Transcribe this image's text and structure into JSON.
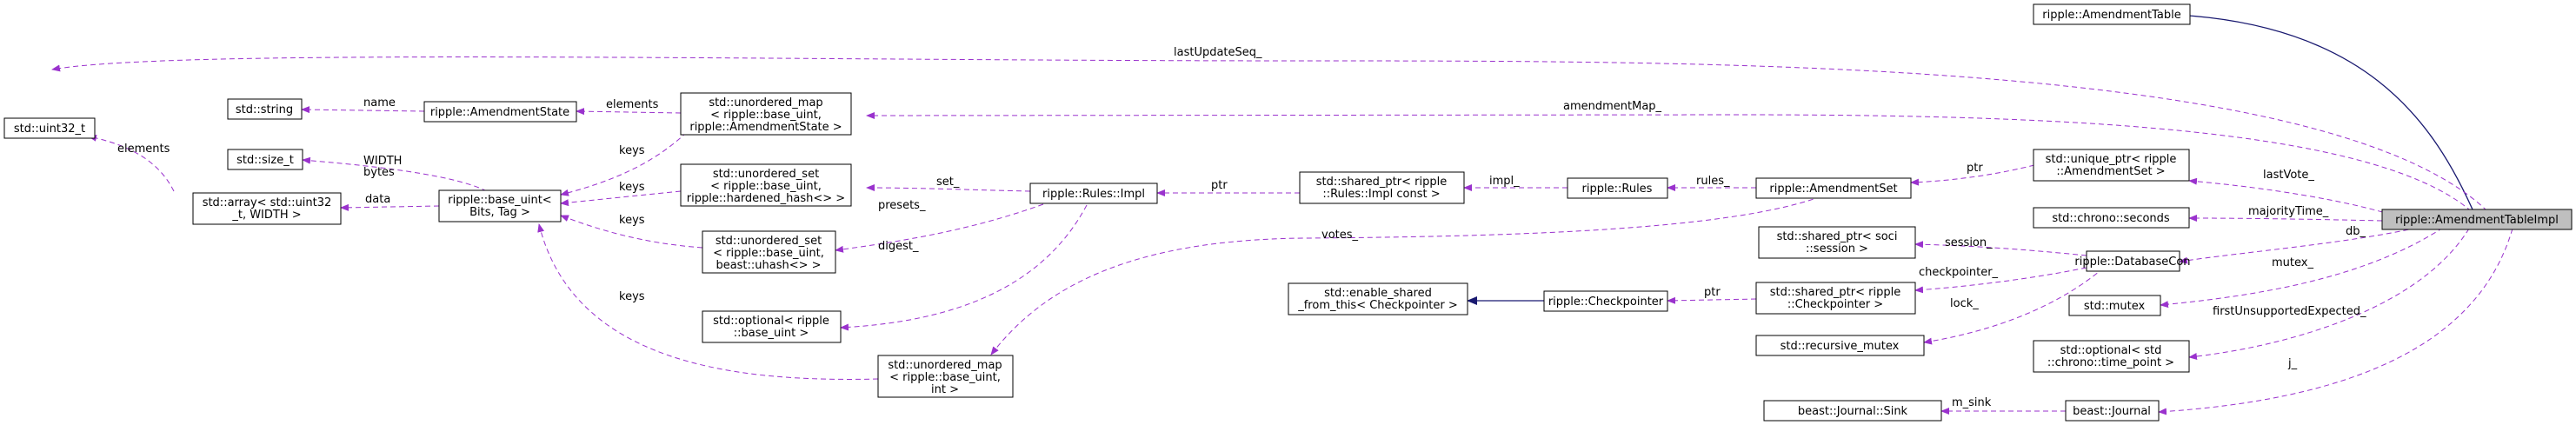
{
  "colors": {
    "usage_edge": "#9a32cd",
    "inherit_edge": "#191970",
    "focus_fill": "#bfbfbf"
  },
  "nodes": {
    "amendment_table": [
      "ripple::AmendmentTable"
    ],
    "amendment_table_impl": [
      "ripple::AmendmentTableImpl"
    ],
    "uint32": [
      "std::uint32_t"
    ],
    "std_string": [
      "std::string"
    ],
    "amendment_state": [
      "ripple::AmendmentState"
    ],
    "umap_state": [
      "std::unordered_map",
      "< ripple::base_uint,",
      "ripple::AmendmentState >"
    ],
    "size_t": [
      "std::size_t"
    ],
    "array": [
      "std::array< std::uint32",
      "_t, WIDTH >"
    ],
    "base_uint": [
      "ripple::base_uint<",
      "Bits, Tag >"
    ],
    "uset_hardened": [
      "std::unordered_set",
      "< ripple::base_uint,",
      "ripple::hardened_hash<> >"
    ],
    "uset_uhash": [
      "std::unordered_set",
      "< ripple::base_uint,",
      "beast::uhash<> >"
    ],
    "optional_base": [
      "std::optional< ripple",
      "::base_uint >"
    ],
    "umap_int": [
      "std::unordered_map",
      "< ripple::base_uint,",
      "int >"
    ],
    "rules_impl": [
      "ripple::Rules::Impl"
    ],
    "shared_rules_impl": [
      "std::shared_ptr< ripple",
      "::Rules::Impl const >"
    ],
    "rules": [
      "ripple::Rules"
    ],
    "amendment_set": [
      "ripple::AmendmentSet"
    ],
    "unique_set": [
      "std::unique_ptr< ripple",
      "::AmendmentSet >"
    ],
    "chrono_seconds": [
      "std::chrono::seconds"
    ],
    "shared_soci": [
      "std::shared_ptr< soci",
      "::session >"
    ],
    "database_con": [
      "ripple::DatabaseCon"
    ],
    "enable_shared": [
      "std::enable_shared",
      "_from_this< Checkpointer >"
    ],
    "checkpointer": [
      "ripple::Checkpointer"
    ],
    "shared_checkpointer": [
      "std::shared_ptr< ripple",
      "::Checkpointer >"
    ],
    "recursive_mutex": [
      "std::recursive_mutex"
    ],
    "std_mutex": [
      "std::mutex"
    ],
    "optional_time": [
      "std::optional< std",
      "::chrono::time_point >"
    ],
    "journal_sink": [
      "beast::Journal::Sink"
    ],
    "journal": [
      "beast::Journal"
    ]
  },
  "edge_labels": {
    "lastUpdateSeq": "lastUpdateSeq_",
    "amendmentMap": "amendmentMap_",
    "lastVote": "lastVote_",
    "majorityTime": "majorityTime_",
    "db": "db_",
    "mutex": "mutex_",
    "firstUnsupported": "firstUnsupportedExpected_",
    "j": "j_",
    "name": "name",
    "elements": "elements",
    "keys_umap_state": "keys",
    "array_elements": "elements",
    "width_bytes": [
      "WIDTH",
      "bytes"
    ],
    "data": "data",
    "keys_hardened": "keys",
    "keys_uhash": "keys",
    "keys_umap_int": "keys",
    "set": "set_",
    "presets": "presets_",
    "digest": "digest_",
    "ptr_rules": "ptr",
    "impl": "impl_",
    "rules_edge": "rules_",
    "ptr_set": "ptr",
    "votes": "votes_",
    "session": "session_",
    "checkpointer_edge": "checkpointer_",
    "lock": "lock_",
    "ptr_checkpointer": "ptr",
    "m_sink": "m_sink"
  }
}
